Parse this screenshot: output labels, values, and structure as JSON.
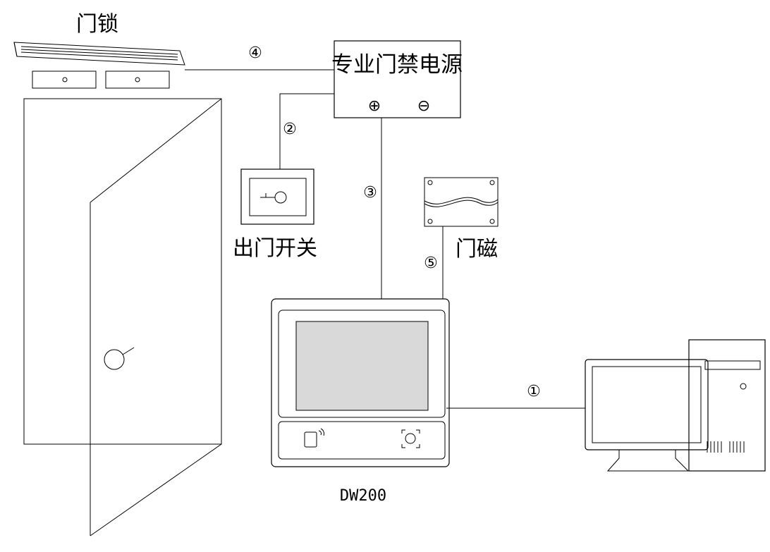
{
  "labels": {
    "door_lock": "门锁",
    "power_supply": "专业门禁电源",
    "plus_symbol": "⊕",
    "minus_symbol": "⊖",
    "exit_button": "出门开关",
    "door_sensor": "门磁",
    "device_model": "DW200"
  },
  "connections": [
    {
      "id": "1",
      "symbol": "①"
    },
    {
      "id": "2",
      "symbol": "②"
    },
    {
      "id": "3",
      "symbol": "③"
    },
    {
      "id": "4",
      "symbol": "④"
    },
    {
      "id": "5",
      "symbol": "⑤"
    }
  ],
  "colors": {
    "line": "#000000",
    "screen": "#d9d9d9",
    "background": "#ffffff"
  }
}
